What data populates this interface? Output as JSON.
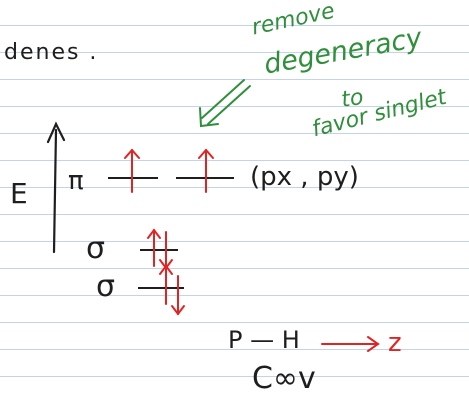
{
  "page": {
    "ruled_line_color": "#c5d3ea"
  },
  "notes": {
    "heading_fragment": "denes .",
    "annotation": {
      "line1": "remove",
      "line2": "degeneracy",
      "line3": "to",
      "line4": "favor singlet"
    },
    "energy_label": "E",
    "pi_label": "π",
    "pi_orbitals_note": "(px , py)",
    "sigma_label_1": "σ",
    "sigma_label_2": "σ",
    "bond_label": "P — H",
    "axis_label": "z",
    "point_group": "C∞v"
  },
  "colors": {
    "ink": "#1e1e1e",
    "green": "#2f8f3a",
    "red": "#e02424"
  }
}
